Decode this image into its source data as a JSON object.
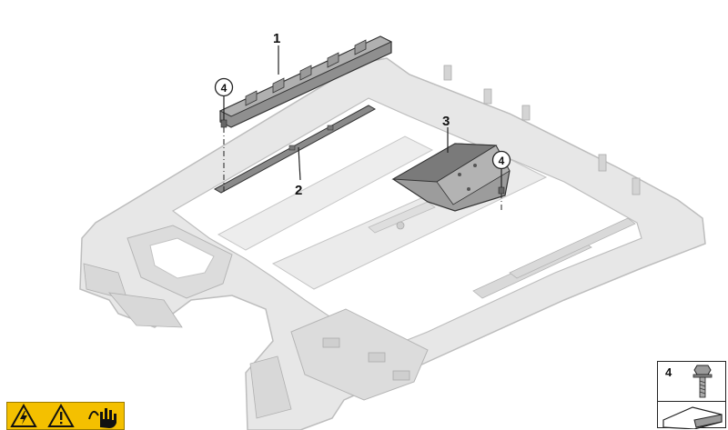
{
  "callouts": {
    "part1": "1",
    "part2": "2",
    "part3": "3",
    "part4_left": "4",
    "part4_right": "4"
  },
  "legend": {
    "item_number": "4",
    "icon": "bolt-icon"
  },
  "warning_label": {
    "icons": [
      "high-voltage-warning-icon",
      "caution-triangle-icon",
      "hand-protection-icon"
    ],
    "background": "#f4c000"
  },
  "colors": {
    "frame_fill": "#e6e6e6",
    "frame_stroke": "#b8b8b8",
    "part_fill": "#8c8c8c",
    "part_stroke": "#3a3a3a"
  }
}
